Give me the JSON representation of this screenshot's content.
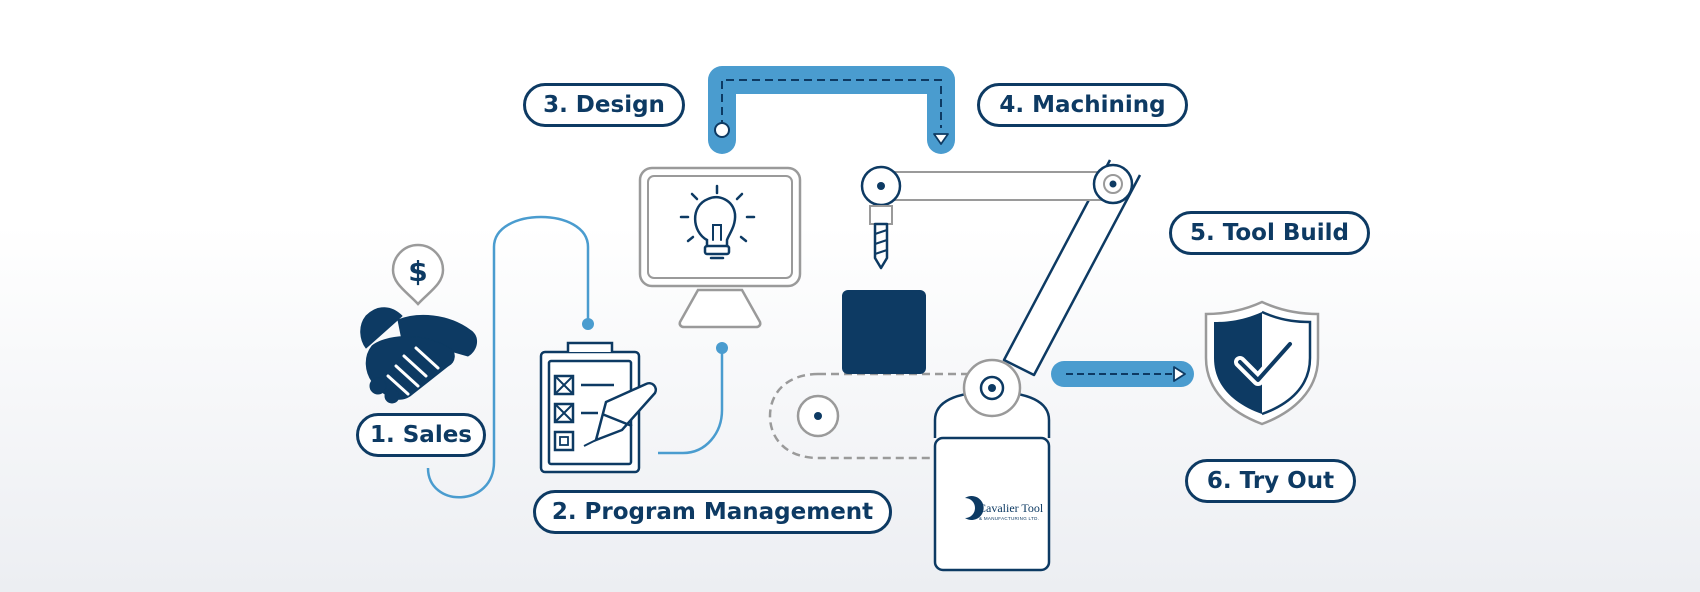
{
  "steps": [
    {
      "id": "sales",
      "label": "1. Sales"
    },
    {
      "id": "program",
      "label": "2. Program Management"
    },
    {
      "id": "design",
      "label": "3. Design"
    },
    {
      "id": "machining",
      "label": "4. Machining"
    },
    {
      "id": "tool_build",
      "label": "5. Tool Build"
    },
    {
      "id": "try_out",
      "label": "6. Try Out"
    }
  ],
  "sales_pin": {
    "symbol": "$"
  },
  "logo": {
    "name": "Cavalier Tool",
    "subtitle": "& MANUFACTURING LTD."
  },
  "colors": {
    "navy": "#0d3a63",
    "accent": "#4a9ccf",
    "gray": "#9a9a9a"
  },
  "icons": [
    "dollar-pin-icon",
    "handshake-icon",
    "clipboard-checklist-icon",
    "monitor-lightbulb-icon",
    "robot-arm-icon",
    "conveyor-belt-icon",
    "shield-check-icon"
  ]
}
